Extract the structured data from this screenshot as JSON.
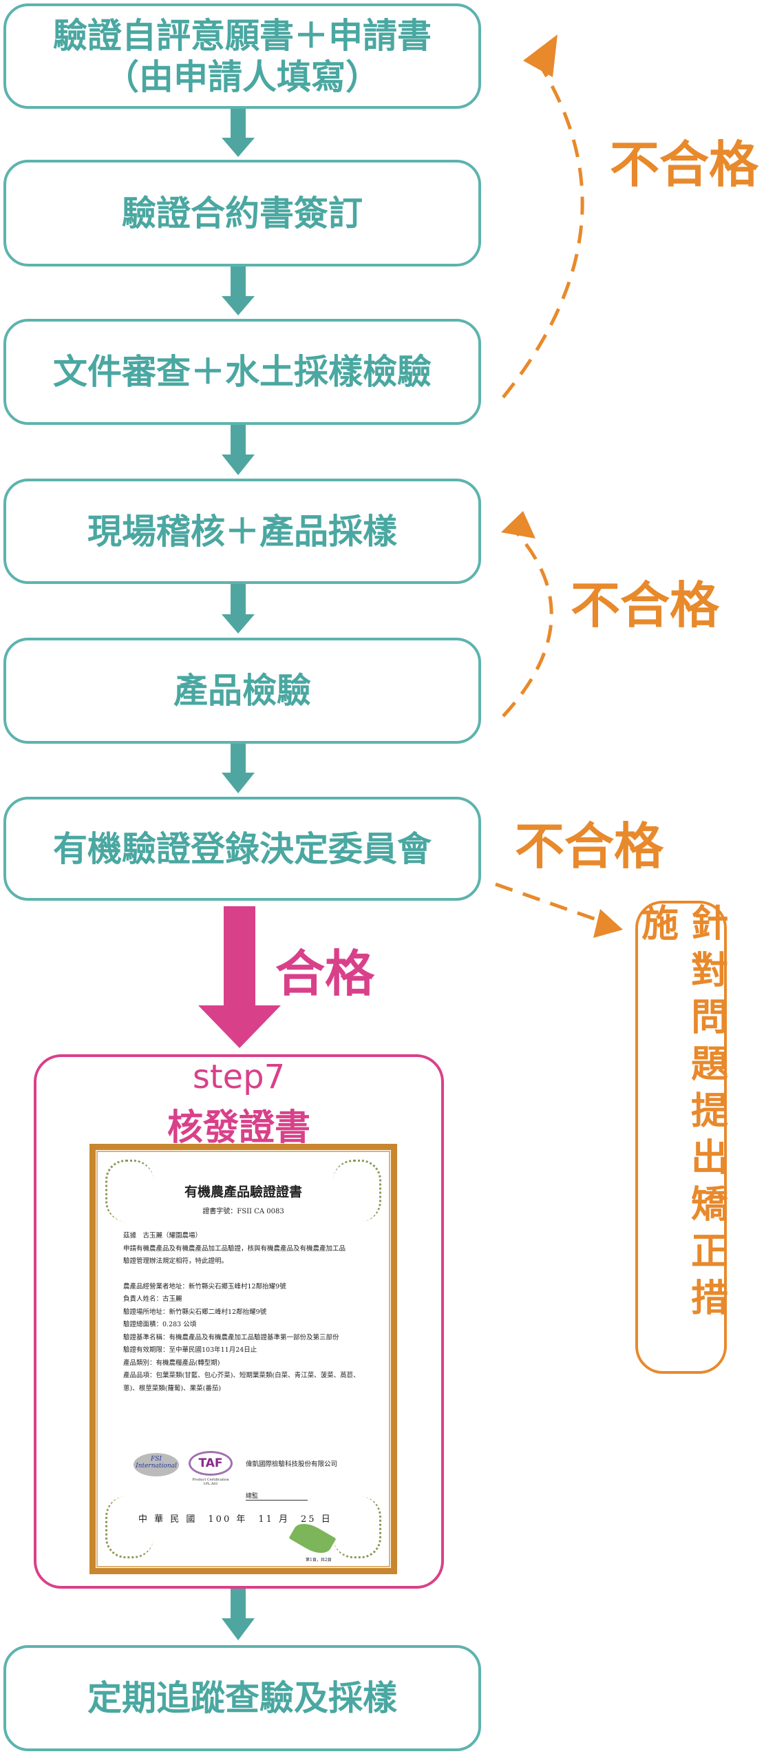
{
  "steps": [
    {
      "line1": "驗證自評意願書＋申請書",
      "line2": "（由申請人填寫）"
    },
    {
      "line1": "驗證合約書簽訂"
    },
    {
      "line1": "文件審查＋水土採樣檢驗"
    },
    {
      "line1": "現場稽核＋產品採樣"
    },
    {
      "line1": "產品檢驗"
    },
    {
      "line1": "有機驗證登錄決定委員會"
    },
    {
      "line1": "定期追蹤查驗及採樣"
    }
  ],
  "fail_label": "不合格",
  "pass_label": "合格",
  "step7": {
    "label": "step7",
    "title": "核發證書"
  },
  "corrective": "針對問題提出矯正措施",
  "certificate": {
    "title": "有機農產品驗證證書",
    "number": "證書字號：FSII CA 0083",
    "lines": [
      "茲據　古玉麗（耀園農場）",
      "申請有機農產品及有機農產品加工品驗證，核與有機農產品及有機農產加工品",
      "驗證管理辦法規定相符，特此證明。",
      "",
      "農產品經營業者地址：新竹縣尖石鄉玉峰村12鄰抬耀9號",
      "負責人姓名：古玉麗",
      "驗證場所地址：新竹縣尖石鄉二峰村12鄰抬耀9號",
      "驗證總面積：0.283 公頃",
      "驗證基準名稱：有機農產品及有機農產加工品驗證基準第一部份及第三部份",
      "驗證有效期限：至中華民國103年11月24日止",
      "產品類別：有機農糧產品(轉型期)",
      "產品品項：包葉菜類(甘藍、包心芥菜)、短期葉菜類(白菜、青江菜、菠菜、萵苣、蔥)、根莖菜類(蘿蔔)、果菜(番茄)"
    ],
    "logo1": "FSI International",
    "logo2": "TAF",
    "logo2_sub": "Product Certification 1PL.A01",
    "company": "偉凱國際檢驗科技股份有限公司",
    "director": "總監",
    "date": "中 華 民 國　100 年　11 月　25 日",
    "page": "第1頁，共2頁"
  },
  "colors": {
    "teal": "#5db3ad",
    "orange": "#e8892b",
    "pink": "#d9408a"
  }
}
